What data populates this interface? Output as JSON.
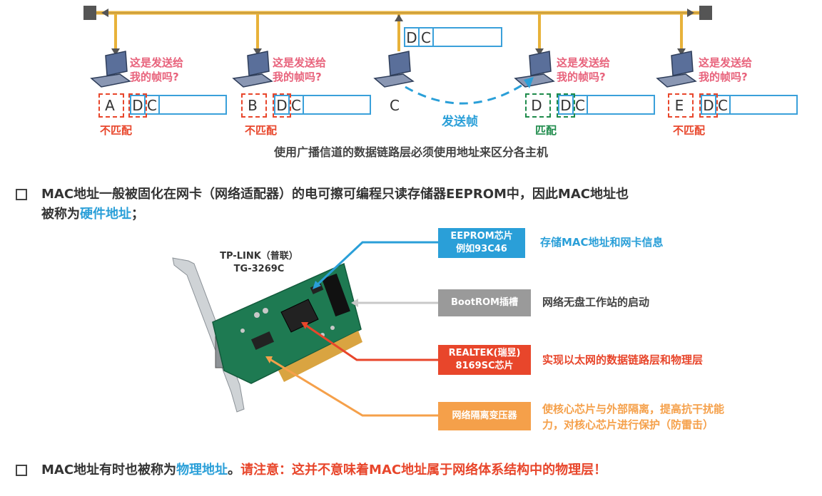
{
  "hosts": [
    {
      "question": "这是发送给\n我的帧吗?",
      "address": "A",
      "result": "不匹配"
    },
    {
      "question": "这是发送给\n我的帧吗?",
      "address": "B",
      "result": "不匹配"
    },
    {
      "address": "C"
    },
    {
      "question": "这是发送给\n我的帧吗?",
      "address": "D",
      "result": "匹配"
    },
    {
      "question": "这是发送给\n我的帧吗?",
      "address": "E",
      "result": "不匹配"
    }
  ],
  "frame": {
    "dest": "D",
    "src": "C"
  },
  "send_label": "发送帧",
  "caption": "使用广播信道的数据链路层必须使用地址来区分各主机",
  "para1": {
    "text_a": "MAC地址一般被固化在网卡（网络适配器）的电可擦可编程只读存储器EEPROM中，因此MAC地址也",
    "text_b": "被称为",
    "highlight": "硬件地址",
    "text_c": "；"
  },
  "nic": {
    "model_line1": "TP-LINK（普联）",
    "model_line2": "TG-3269C",
    "components": [
      {
        "label": "EEPROM芯片\n例如93C46",
        "desc": "存储MAC地址和网卡信息",
        "color": "#2a9fd8"
      },
      {
        "label": "BootROM插槽",
        "desc": "网络无盘工作站的启动",
        "color": "#9a9a9a"
      },
      {
        "label": "REALTEK(瑞昱)\n8169SC芯片",
        "desc": "实现以太网的数据链路层和物理层",
        "color": "#e8462b"
      },
      {
        "label": "网络隔离变压器",
        "desc": "使核心芯片与外部隔离，提高抗干扰能\n力，对核心芯片进行保护（防雷击）",
        "color": "#f5a04a"
      }
    ]
  },
  "para2": {
    "text_a": "MAC地址有时也被称为",
    "highlight": "物理地址",
    "text_b": "。",
    "note": "请注意：这并不意味着MAC地址属于网络体系结构中的物理层！"
  },
  "colors": {
    "bus": "#e8b23a",
    "frame": "#3aa0da",
    "red": "#e8462b",
    "green": "#1e8b4b",
    "blue": "#2a9fd8",
    "orange": "#f5a04a",
    "pink": "#e8637c"
  }
}
